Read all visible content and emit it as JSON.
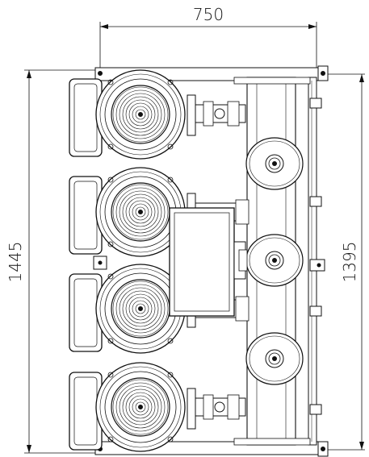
{
  "dimensions": {
    "width_label": "750",
    "height_left_label": "1445",
    "height_right_label": "1395"
  }
}
